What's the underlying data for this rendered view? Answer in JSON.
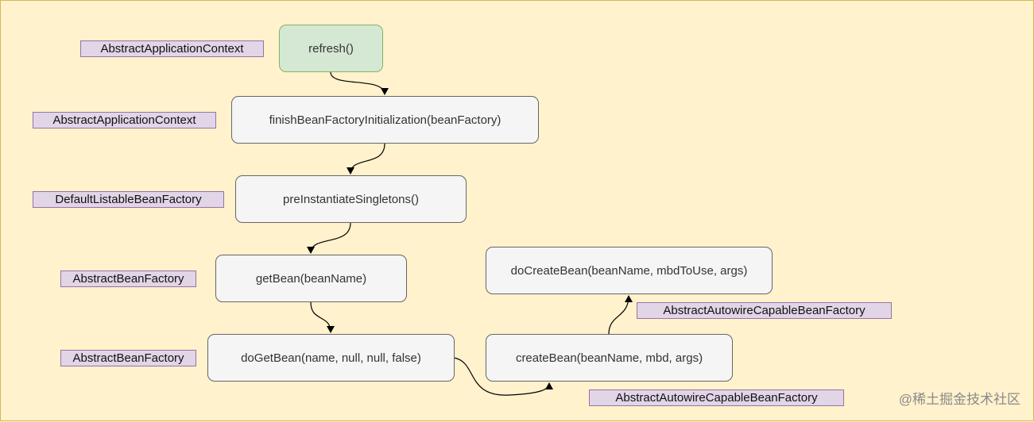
{
  "nodes": {
    "refresh": "refresh()",
    "finish_bean_factory": "finishBeanFactoryInitialization(beanFactory)",
    "pre_instantiate": "preInstantiateSingletons()",
    "get_bean": "getBean(beanName)",
    "do_get_bean": "doGetBean(name, null, null, false)",
    "create_bean": "createBean(beanName, mbd, args)",
    "do_create_bean": "doCreateBean(beanName, mbdToUse, args)"
  },
  "labels": {
    "refresh_class": "AbstractApplicationContext",
    "finish_class": "AbstractApplicationContext",
    "pre_instantiate_class": "DefaultListableBeanFactory",
    "get_bean_class": "AbstractBeanFactory",
    "do_get_bean_class": "AbstractBeanFactory",
    "create_bean_class": "AbstractAutowireCapableBeanFactory",
    "do_create_bean_class": "AbstractAutowireCapableBeanFactory"
  },
  "watermark": "@稀土掘金技术社区",
  "colors": {
    "background": "#fff2cc",
    "node_fill": "#f5f5f5",
    "start_node_fill": "#d5e8d4",
    "class_label_fill": "#e1d5e7",
    "edge": "#000000"
  }
}
